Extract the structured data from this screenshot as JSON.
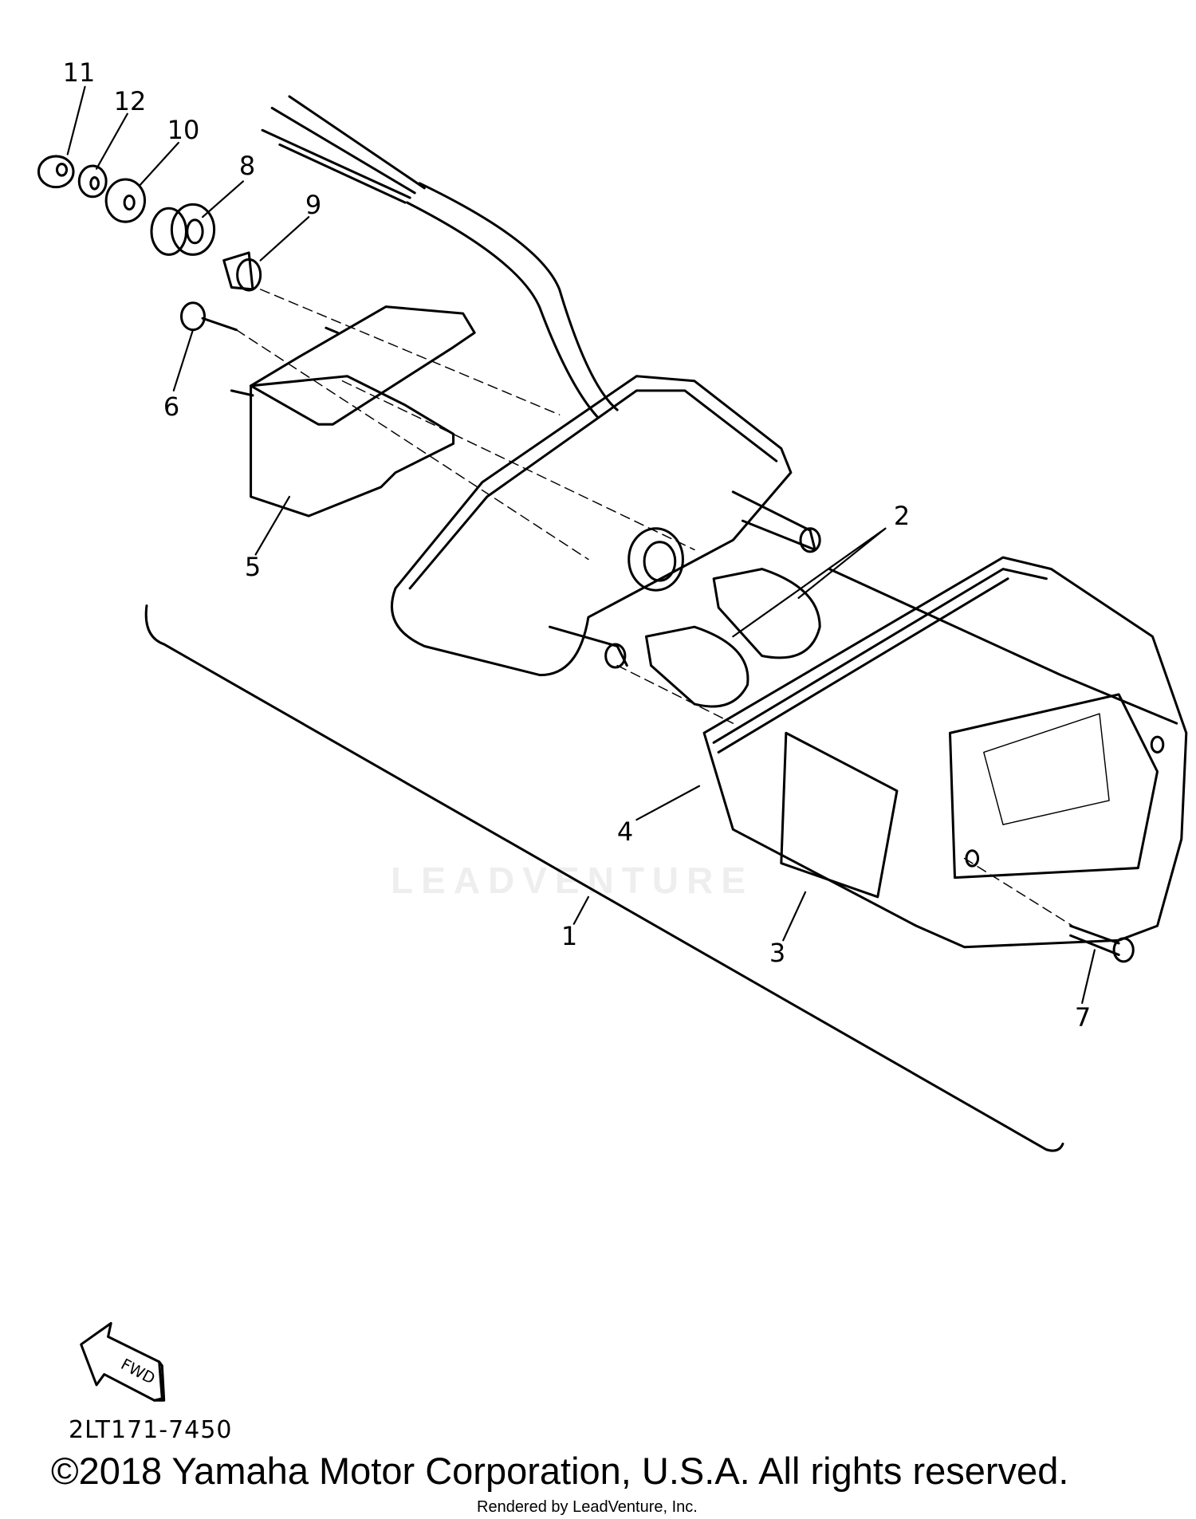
{
  "diagram": {
    "part_labels": [
      "1",
      "2",
      "3",
      "4",
      "5",
      "6",
      "7",
      "8",
      "9",
      "10",
      "11",
      "12"
    ],
    "fwd_arrow_label": "FWD",
    "diagram_code": "2LT171-7450",
    "watermark": "LEADVENTURE"
  },
  "footer": {
    "copyright": "©2018 Yamaha Motor Corporation, U.S.A. All rights reserved.",
    "rendered_by": "Rendered by LeadVenture, Inc."
  }
}
